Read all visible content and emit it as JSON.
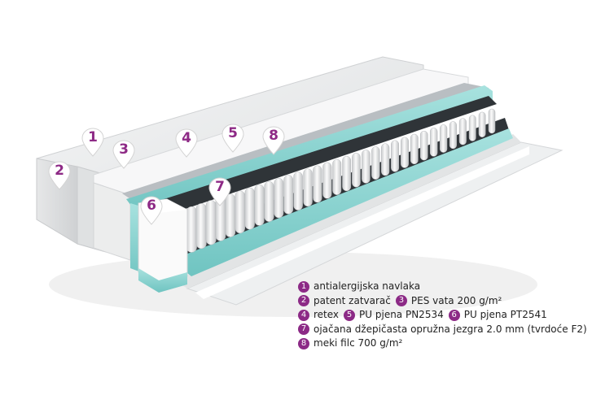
{
  "markers": [
    {
      "number": "1"
    },
    {
      "number": "2"
    },
    {
      "number": "3"
    },
    {
      "number": "4"
    },
    {
      "number": "5"
    },
    {
      "number": "6"
    },
    {
      "number": "7"
    },
    {
      "number": "8"
    }
  ],
  "legend": [
    [
      {
        "number": "1",
        "text": "antialergijska navlaka"
      }
    ],
    [
      {
        "number": "2",
        "text": "patent zatvarač"
      },
      {
        "number": "3",
        "text": "PES vata 200 g/m²"
      }
    ],
    [
      {
        "number": "4",
        "text": "retex"
      },
      {
        "number": "5",
        "text": "PU pjena PN2534"
      },
      {
        "number": "6",
        "text": "PU pjena PT2541"
      }
    ],
    [
      {
        "number": "7",
        "text": "ojačana džepičasta opružna jezgra 2.0 mm (tvrdoće F2)"
      }
    ],
    [
      {
        "number": "8",
        "text": "meki filc 700 g/m²"
      }
    ]
  ],
  "colors": {
    "accent": "#8c2a86",
    "foam_teal": "#8ed6d3",
    "felt": "#2e3338",
    "cover": "#e9eaeb"
  }
}
